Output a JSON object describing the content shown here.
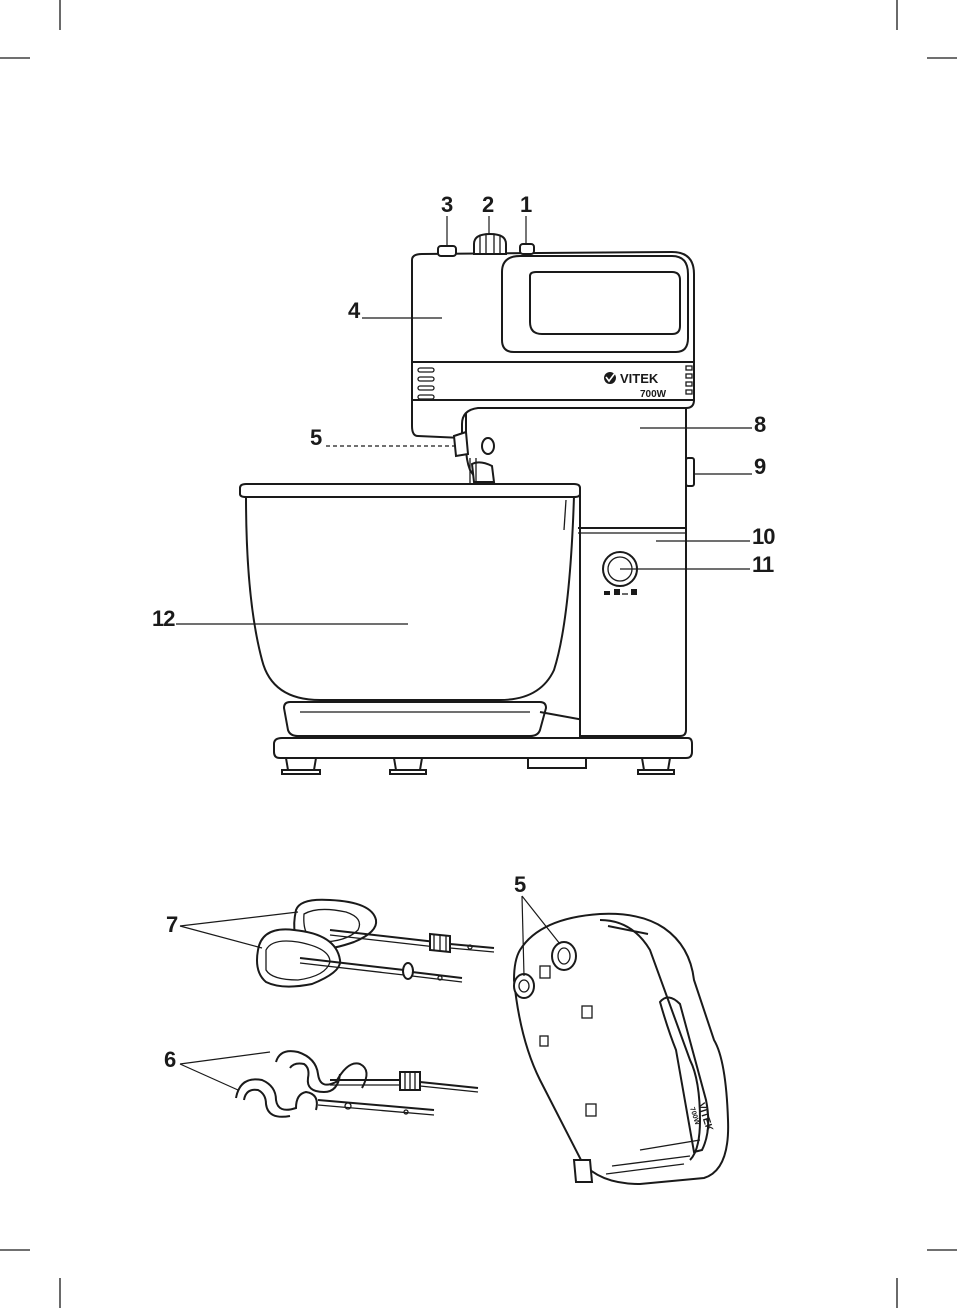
{
  "callouts": {
    "c1": "1",
    "c2": "2",
    "c3": "3",
    "c4": "4",
    "c5_top": "5",
    "c8": "8",
    "c9": "9",
    "c10": "10",
    "c11": "11",
    "c12": "12",
    "c5_bottom": "5",
    "c7": "7",
    "c6": "6"
  },
  "brand": {
    "name": "VITEK",
    "power": "700W"
  }
}
